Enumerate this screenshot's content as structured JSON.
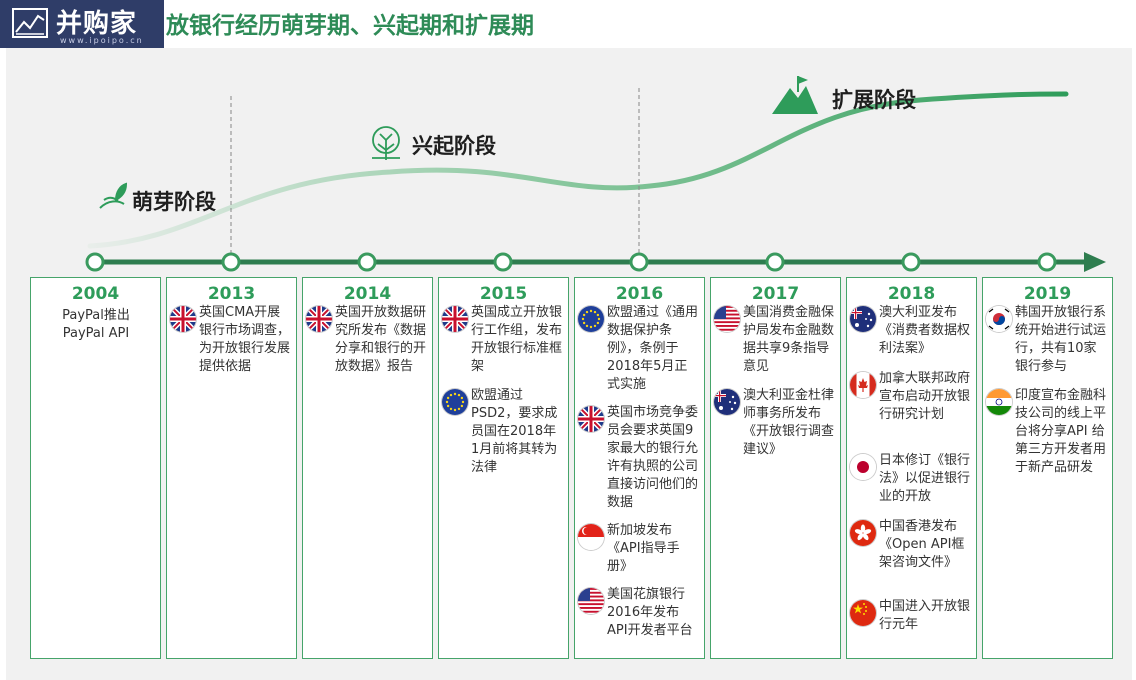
{
  "header": {
    "logo_text": "并购家",
    "logo_sub": "www.ipoipo.cn",
    "title": "放银行经历萌芽期、兴起期和扩展期"
  },
  "stages": {
    "sprout": "萌芽阶段",
    "rise": "兴起阶段",
    "expand": "扩展阶段"
  },
  "colors": {
    "accent": "#2e9c5a",
    "line": "#2e7d4f",
    "curve": "#4caf6d"
  },
  "timeline": [
    {
      "year": "2004",
      "entries": [
        {
          "flag": "none",
          "text": "PayPal推出PayPal API"
        }
      ]
    },
    {
      "year": "2013",
      "entries": [
        {
          "flag": "uk-flag-icon",
          "text": "英国CMA开展银行市场调查，为开放银行发展提供依据"
        }
      ]
    },
    {
      "year": "2014",
      "entries": [
        {
          "flag": "uk-flag-icon",
          "text": "英国开放数据研究所发布《数据分享和银行的开放数据》报告"
        }
      ]
    },
    {
      "year": "2015",
      "entries": [
        {
          "flag": "uk-flag-icon",
          "text": "英国成立开放银行工作组，发布开放银行标准框架"
        },
        {
          "flag": "eu-flag-icon",
          "text": "欧盟通过PSD2，要求成员国在2018年1月前将其转为法律"
        }
      ]
    },
    {
      "year": "2016",
      "entries": [
        {
          "flag": "eu-flag-icon",
          "text": "欧盟通过《通用数据保护条例》，条例于2018年5月正式实施"
        },
        {
          "flag": "uk-flag-icon",
          "text": "英国市场竞争委员会要求英国9家最大的银行允许有执照的公司直接访问他们的数据"
        },
        {
          "flag": "singapore-flag-icon",
          "text": "新加坡发布《API指导手册》"
        },
        {
          "flag": "us-flag-icon",
          "text": "美国花旗银行2016年发布API开发者平台"
        }
      ]
    },
    {
      "year": "2017",
      "entries": [
        {
          "flag": "us-flag-icon",
          "text": "美国消费金融保护局发布金融数据共享9条指导意见"
        },
        {
          "flag": "australia-flag-icon",
          "text": "澳大利亚金杜律师事务所发布《开放银行调查建议》"
        }
      ]
    },
    {
      "year": "2018",
      "entries": [
        {
          "flag": "australia-flag-icon",
          "text": "澳大利亚发布《消费者数据权利法案》"
        },
        {
          "flag": "canada-flag-icon",
          "text": "加拿大联邦政府宣布启动开放银行研究计划"
        },
        {
          "flag": "japan-flag-icon",
          "text": "日本修订《银行法》以促进银行业的开放"
        },
        {
          "flag": "hongkong-flag-icon",
          "text": "中国香港发布《Open API框架咨询文件》"
        },
        {
          "flag": "china-flag-icon",
          "text": "中国进入开放银行元年"
        }
      ]
    },
    {
      "year": "2019",
      "entries": [
        {
          "flag": "korea-flag-icon",
          "text": "韩国开放银行系统开始进行试运行，共有10家银行参与"
        },
        {
          "flag": "india-flag-icon",
          "text": "印度宣布金融科技公司的线上平台将分享API 给第三方开发者用于新产品研发"
        }
      ]
    }
  ]
}
